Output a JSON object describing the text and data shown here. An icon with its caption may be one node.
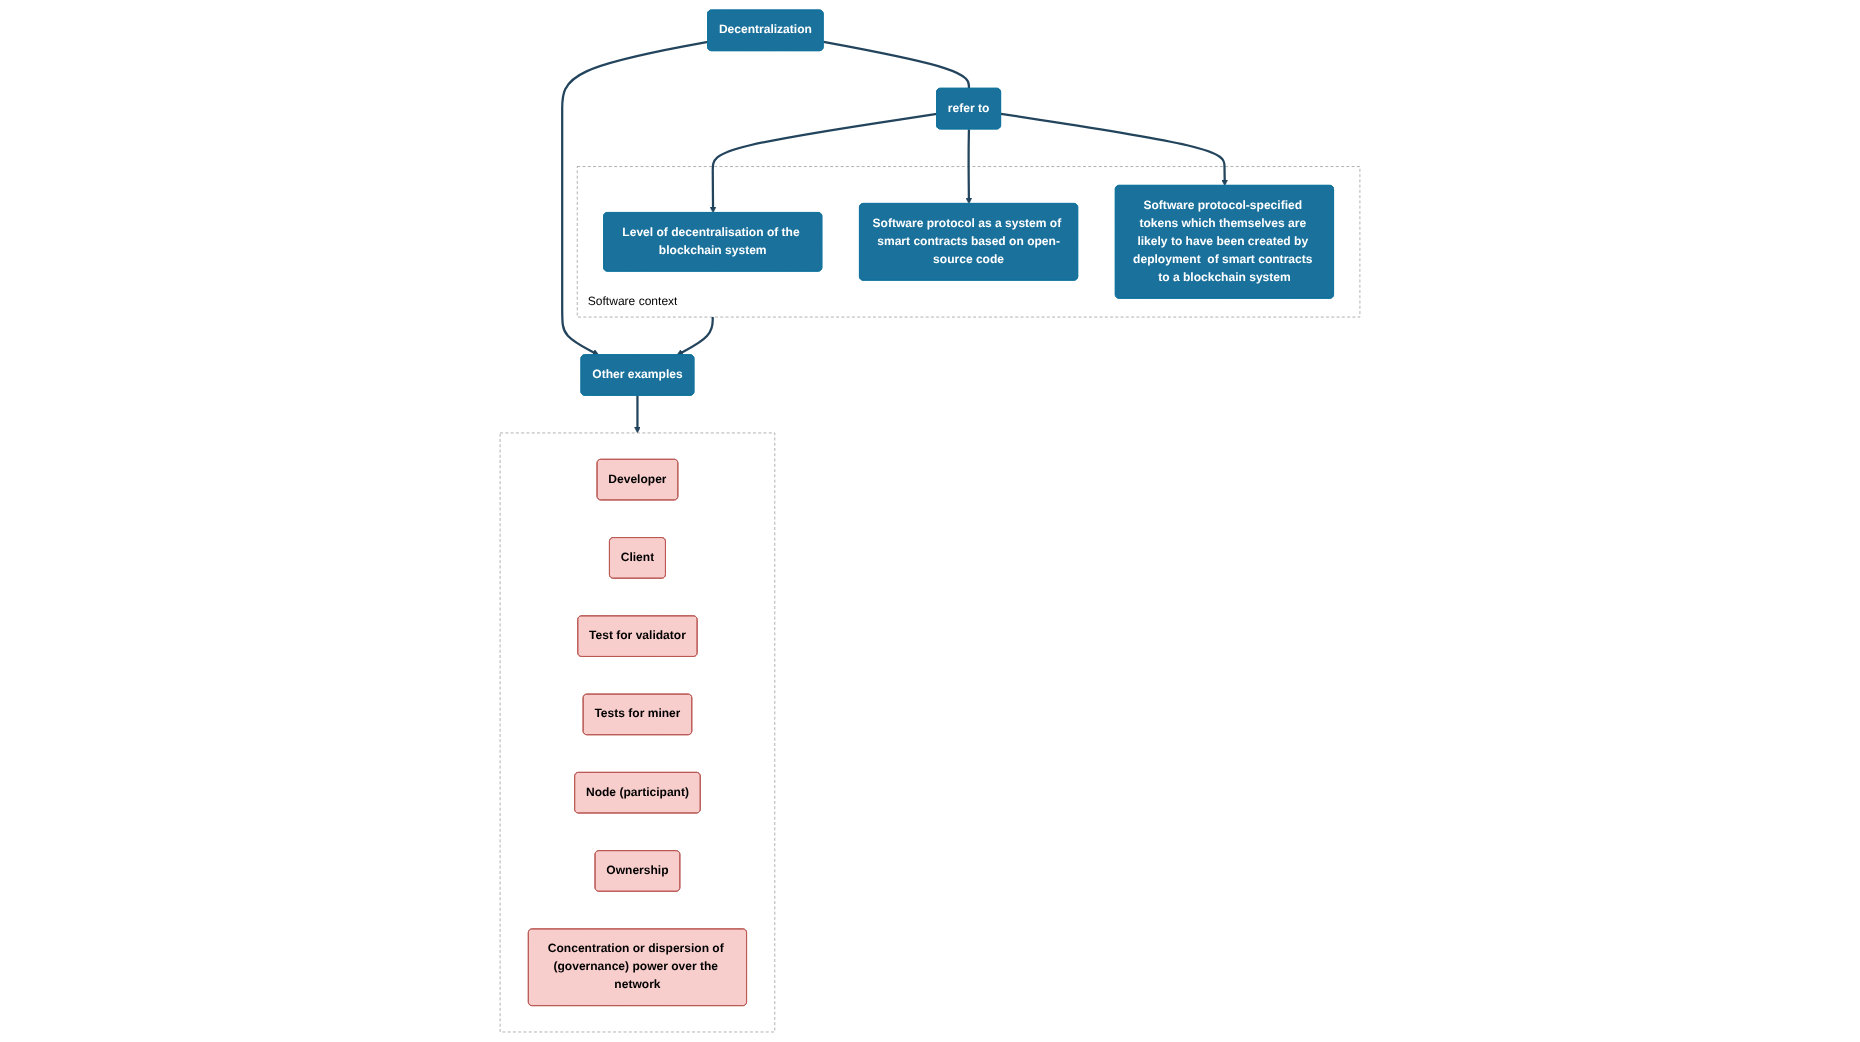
{
  "diagram": {
    "nodes": [
      {
        "text": [
          "Decentralization"
        ]
      },
      {
        "text": [
          "refer to"
        ]
      },
      {
        "text": [
          "Software context"
        ]
      },
      {
        "text": [
          "Level of decentralisation of the blockchain system"
        ],
        "in": 2
      },
      {
        "text": [
          "Software protocol as a system of smart contracts based on open-source code"
        ],
        "in": 2
      },
      {
        "text": [
          "Software protocol-specified tokens which themselves are likely to have been created by deployment  of smart contracts to a blockchain system"
        ],
        "in": 2
      },
      {
        "text": [
          "Other examples"
        ]
      },
      {
        "text": [],
        "shape": "box"
      },
      {
        "text": [
          "Developer"
        ],
        "in": 7
      },
      {
        "text": [
          "Client"
        ],
        "in": 7
      },
      {
        "text": [
          "Test for validator"
        ],
        "in": 7
      },
      {
        "text": [
          "Tests for miner"
        ],
        "in": 7
      },
      {
        "text": [
          "Node (participant)"
        ],
        "in": 7
      },
      {
        "text": [
          "Ownership"
        ],
        "in": 7
      },
      {
        "text": [
          "Concentration or dispersion of (governance) power over the network"
        ],
        "in": 7
      }
    ],
    "edges": [
      {
        "from": 0,
        "to": 1,
        "arrow": "none"
      },
      {
        "from": 1,
        "to": 3,
        "arrow": "to"
      },
      {
        "from": 1,
        "to": 4,
        "arrow": "to"
      },
      {
        "from": 1,
        "to": 5,
        "arrow": "to"
      },
      {
        "from": 0,
        "to": 6,
        "arrow": "to"
      },
      {
        "from": 2,
        "to": 6,
        "arrow": "to"
      },
      {
        "from": 6,
        "to": 7,
        "arrow": "to"
      }
    ]
  }
}
